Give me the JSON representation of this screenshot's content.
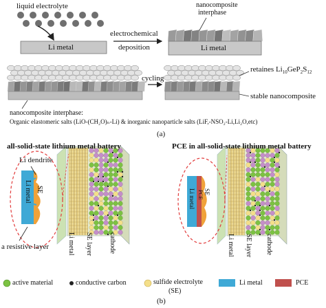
{
  "panel_a": {
    "liquid_electrolyte": "liquid electrolyte",
    "li_metal_left": "Li metal",
    "li_metal_right": "Li metal",
    "nanocomposite_interphase_top": "nanocomposite",
    "nanocomposite_interphase_bottom": "interphase",
    "arrow1_line1": "electrochemical",
    "arrow1_line2": "deposition",
    "arrow2": "cycling",
    "retains_prefix": "retaines Li",
    "retains_sub1": "10",
    "retains_mid1": "GeP",
    "retains_sub2": "2",
    "retains_mid2": "S",
    "retains_sub3": "12",
    "stable": "stable nanocomposite",
    "caption_line1": "nanocomposite interphase:",
    "caption_line2": "Organic elastomeric salts (LiO-(CH₂O)ₙ-Li) & inorganic nanoparticle salts (LiF,-NSO₂-Li,Li₂O,etc)",
    "label": "(a)"
  },
  "panel_b": {
    "left_title": "all-solid-state lithium metal battery",
    "right_title": "PCE in all-solid-state lithium metal battery",
    "li_dendrite": "Li dendrite",
    "resistive_layer": "a resistive layer",
    "se_left": "SE",
    "li_metal_inner_left": "Li metal",
    "pce_inner": "PCE",
    "se_right": "SE",
    "li_metal_inner_right": "Li metal",
    "left_vert_labels": [
      "Li metal",
      "SE layer",
      "cathode"
    ],
    "right_vert_labels": [
      "Li metal",
      "SE layer",
      "cathode"
    ],
    "label": "(b)"
  },
  "legend": {
    "active_material": "active material",
    "conductive_carbon": "conductive carbon",
    "sulfide_electrolyte_line1": "sulfide electrolyte",
    "sulfide_electrolyte_line2": "(SE)",
    "li_metal": "Li metal",
    "pce": "PCE"
  },
  "colors": {
    "li_metal_blue": "#3fa9d6",
    "pce_red": "#c0504d",
    "se_orange": "#f0a23a",
    "active_green": "#7cc242",
    "sulfide_yellow": "#f4df8a",
    "carbon_black": "#222222",
    "purple": "#c48ec9",
    "dash_red": "#e23b3b",
    "li_gray": "#c8c8c8"
  }
}
